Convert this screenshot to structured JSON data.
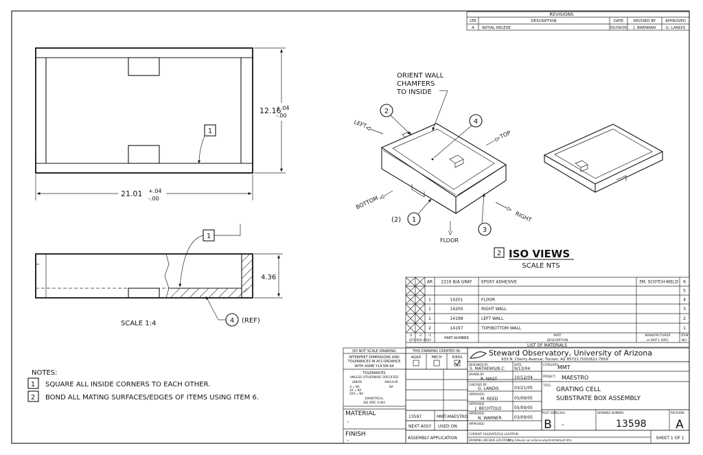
{
  "revisions": {
    "title": "REVISIONS",
    "headers": [
      "LTR",
      "DESCRIPTION",
      "DATE",
      "REVISED BY",
      "APPROVED"
    ],
    "row": [
      "A",
      "INITIAL RELESE",
      "05/09/05",
      "J. BRENNAN",
      "G. LANDIS"
    ]
  },
  "top_view": {
    "dim_vertical_main": "12.16",
    "dim_vertical_plus": "+.04",
    "dim_vertical_minus": "-.00",
    "dim_horizontal_main": "21.01",
    "dim_horizontal_plus": "+.04",
    "dim_horizontal_minus": "-.00",
    "balloon": "1"
  },
  "side_view": {
    "dim": "4.36",
    "scale": "SCALE 1:4",
    "balloon_top": "1",
    "balloon_ref": "4",
    "ref_text": "(REF)"
  },
  "iso": {
    "note_line1": "ORIENT WALL",
    "note_line2": "CHAMFERS",
    "note_line3": "TO INSIDE",
    "left": "LEFT",
    "top": "TOP",
    "bottom": "BOTTOM",
    "right": "RIGHT",
    "floor": "FLOOR",
    "qty_prefix": "(2)",
    "balloon_1": "1",
    "balloon_2": "2",
    "balloon_3": "3",
    "balloon_4": "4",
    "view_num": "2",
    "view_title": "ISO VIEWS",
    "view_scale": "SCALE NTS"
  },
  "bom": {
    "rows": [
      {
        "qty": "AR",
        "part": "2216 B/A GRAY",
        "desc": "EPOXY ADHESIVE",
        "mfr": "3M, SCOTCH-WELD",
        "item": "6"
      },
      {
        "qty": "",
        "part": "",
        "desc": "",
        "mfr": "",
        "item": "5"
      },
      {
        "qty": "1",
        "part": "14201",
        "desc": "FLOOR",
        "mfr": "",
        "item": "4"
      },
      {
        "qty": "1",
        "part": "14200",
        "desc": "RIGHT WALL",
        "mfr": "",
        "item": "3"
      },
      {
        "qty": "1",
        "part": "14198",
        "desc": "LEFT WALL",
        "mfr": "",
        "item": "2"
      },
      {
        "qty": "2",
        "part": "14197",
        "desc": "TOP/BOTTOM WALL",
        "mfr": "",
        "item": "1"
      }
    ],
    "hdr_dashes": [
      "-3",
      "-2",
      "-1"
    ],
    "hdr_qty": "QTY PER ASSY",
    "hdr_part": "PART NUMBER",
    "hdr_desc1": "PART",
    "hdr_desc2": "DESCRIPTION",
    "hdr_mfr1": "MANUFACTURER",
    "hdr_mfr2": "or MAT'L SPEC",
    "hdr_item1": "ITEM",
    "hdr_item2": "NO.",
    "footer": "LIST OF MATERIALS"
  },
  "title_block": {
    "do_not_scale": "DO NOT SCALE DRAWING",
    "interpret1": "INTERPRET DIMENSIONS AND",
    "interpret2": "TOLERANCES IN ACCORDANCE",
    "interpret3": "WITH ASME Y14.5M-94",
    "tolerances": "TOLERANCES",
    "unless": "UNLESS OTHERWISE SPECIFIED",
    "linear": "LINEAR",
    "angular": "ANGULAR",
    "tol1": ".X  = NA",
    "tol2": ".XX = NA",
    "tol3": ".XXX = NA",
    "tol_ang": "NA",
    "diametrical": "DIAMETRICAL",
    "see_spec": "SEE SPEC S-062",
    "material_label": "MATERIAL",
    "material_value": "-",
    "finish_label": "FINISH",
    "finish_value": "-",
    "created_in": "THIS DRAWING CREATED IN:",
    "cad1": "AGAD",
    "cad2": "MECH",
    "cad3": "IDEAS",
    "observatory": "Steward Observatory, University of Arizona",
    "address": "933 N. Cherry Avenue, Tucson, AZ 85721  (520)621-7659",
    "designed_label": "DESIGNED BY:",
    "designed_value": "S. MATHEWS/B.C.",
    "date_label": "DATE:",
    "designed_date": "9/13/04",
    "drawn_label": "DRAWN BY:",
    "drawn_value": "R. NAGT",
    "drawn_date": "10/12/04",
    "checked_label": "CHECKED BY:",
    "checked_value": "G. LANDIS",
    "checked_date": "03/21/05",
    "approved_label": "APPROVED:",
    "appr1_value": "M. REED",
    "appr1_date": "05/09/05",
    "appr2_value": "J. BECHTOLD",
    "appr2_date": "05/09/05",
    "appr3_value": "N. WARNER",
    "appr3_date": "03/09/05",
    "appr4_value": "",
    "category_label": "CATEGORY:",
    "category_value": "MMT",
    "project_label": "PROJECT:",
    "project_value": "MAESTRO",
    "title_label": "TITLE:",
    "title_line1": "GRATING CELL",
    "title_line2": "SUBSTRATE BOX ASSEMBLY",
    "next_assy_num": "13597",
    "used_on_val": "MMT-MAESTRO",
    "next_assy_label": "NEXT ASSY",
    "used_on_label": "USED ON",
    "assembly_app": "ASSEMBLY APPLICATION",
    "plot_size_label": "PLOT SIZE",
    "plot_size": "B",
    "scale_label": "SCALE:",
    "scale_value": "-",
    "drawing_num_label": "DRAWING NUMBER:",
    "drawing_num": "13598",
    "revision_label": "REVISION:",
    "revision": "A",
    "current_label": "CURRENT FILE/DATE/FILE LOCATION:",
    "archive_label": "DRAWING ARCHIVE LOCATION:",
    "archive_value": "http://devinci.as.arizona.edu/mmt/default.htm",
    "sheet": "SHEET 1 OF 1"
  },
  "notes": {
    "label": "NOTES:",
    "items": [
      {
        "num": "1",
        "text": "SQUARE ALL INSIDE CORNERS TO EACH OTHER."
      },
      {
        "num": "2",
        "text": "BOND ALL MATING SURFACES/EDGES OF ITEMS USING ITEM 6."
      }
    ]
  }
}
